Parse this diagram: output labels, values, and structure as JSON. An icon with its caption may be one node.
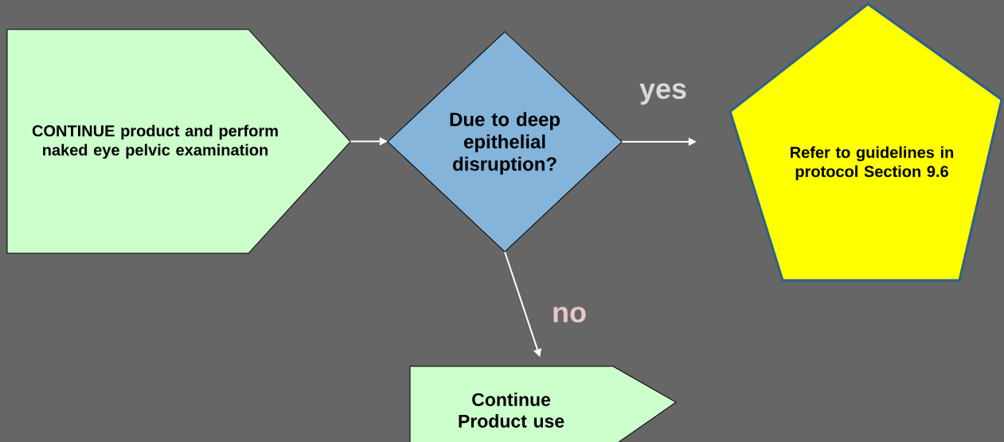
{
  "diagram": {
    "nodes": [
      {
        "text": [
          "CONTINUE product and perform naked eye pelvic examination"
        ]
      },
      {
        "text": [
          "Due to deep epithelial disruption?"
        ]
      },
      {
        "text": [
          "Refer to guidelines in protocol Section 9.6"
        ]
      },
      {
        "text": [
          "Continue Product use"
        ]
      }
    ],
    "edges": [
      {
        "from": 0,
        "to": 1,
        "arrow": "to"
      },
      {
        "from": 1,
        "to": 2,
        "arrow": "to",
        "label": "yes"
      },
      {
        "from": 1,
        "to": 3,
        "arrow": "to",
        "label": "no"
      }
    ]
  }
}
